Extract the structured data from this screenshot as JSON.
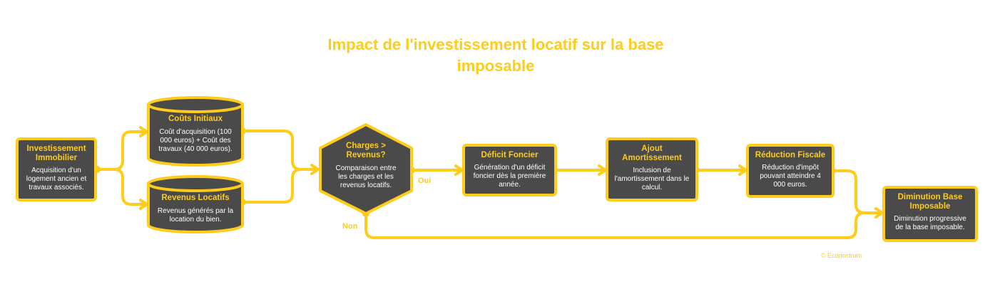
{
  "title": "Impact de l'investissement locatif sur la base imposable",
  "nodes": {
    "investissement": {
      "title": "Investissement Immobilier",
      "desc": "Acquisition d'un logement ancien et travaux associés."
    },
    "couts": {
      "title": "Coûts Initiaux",
      "desc": "Coût d'acquisition (100 000 euros) + Coût des travaux (40 000 euros)."
    },
    "revenus": {
      "title": "Revenus Locatifs",
      "desc": "Revenus générés par la location du bien."
    },
    "decision": {
      "title": "Charges > Revenus?",
      "desc": "Comparaison entre les charges et les revenus locatifs."
    },
    "deficit": {
      "title": "Déficit Foncier",
      "desc": "Génération d'un déficit foncier dès la première année."
    },
    "amortissement": {
      "title": "Ajout Amortissement",
      "desc": "Inclusion de l'amortissement dans le calcul."
    },
    "reduction": {
      "title": "Réduction Fiscale",
      "desc": "Réduction d'impôt pouvant atteindre 4 000 euros."
    },
    "diminution": {
      "title": "Diminution Base Imposable",
      "desc": "Diminution progressive de la base imposable."
    }
  },
  "edge_labels": {
    "yes": "Oui",
    "no": "Non"
  },
  "copyright": "© Econostrum",
  "colors": {
    "accent": "#FFCC1A",
    "node_fill": "#4A4A4A",
    "text": "#FFFFFF"
  }
}
